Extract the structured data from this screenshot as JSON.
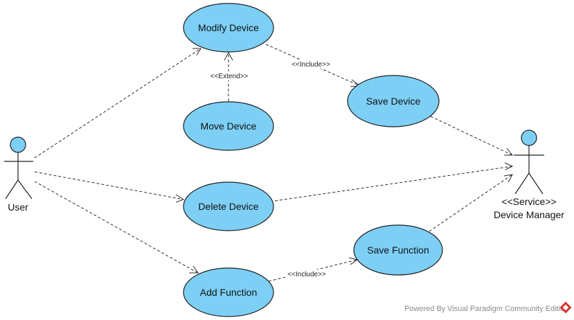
{
  "actors": {
    "user": {
      "label": "User"
    },
    "device_manager": {
      "stereotype": "<<Service>>",
      "label": "Device Manager"
    }
  },
  "use_cases": {
    "modify_device": "Modify Device",
    "move_device": "Move Device",
    "save_device": "Save Device",
    "delete_device": "Delete Device",
    "add_function": "Add Function",
    "save_function": "Save Function"
  },
  "relations": {
    "extend_label": "<<Extend>>",
    "include_label_save_device": "<<Include>>",
    "include_label_save_function": "<<Include>>"
  },
  "colors": {
    "use_case_fill": "#7dcff5",
    "outline": "#1e1e1e",
    "logo_red": "#d9342b"
  },
  "footer": {
    "powered_by": "Powered By",
    "product": "Visual Paradigm Community Edition",
    "logo_icon": "visual-paradigm-logo-icon"
  }
}
